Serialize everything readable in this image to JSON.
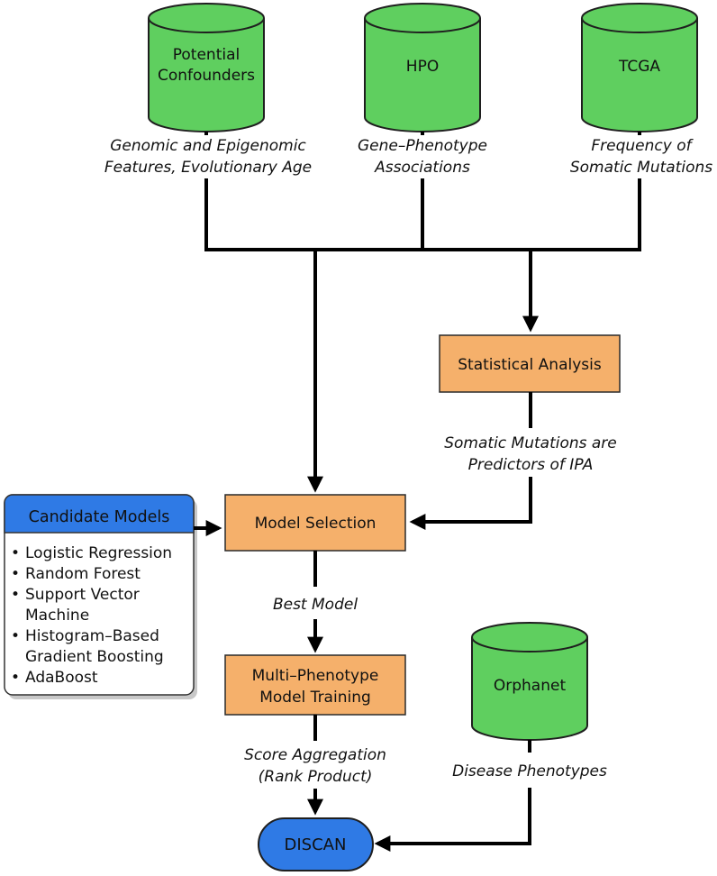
{
  "databases": {
    "confounders": [
      "Potential",
      "Confounders"
    ],
    "hpo": "HPO",
    "tcga": "TCGA",
    "orphanet": "Orphanet"
  },
  "edge_labels": {
    "confounders": [
      "Genomic and Epigenomic",
      "Features, Evolutionary Age"
    ],
    "hpo": [
      "Gene–Phenotype",
      "Associations"
    ],
    "tcga": [
      "Frequency of",
      "Somatic Mutations"
    ],
    "statistical": [
      "Somatic Mutations are",
      "Predictors of IPA"
    ],
    "best_model": "Best Model",
    "score": [
      "Score Aggregation",
      "(Rank Product)"
    ],
    "disease": "Disease Phenotypes"
  },
  "processes": {
    "statistical_analysis": "Statistical Analysis",
    "model_selection": "Model Selection",
    "training": [
      "Multi–Phenotype",
      "Model Training"
    ]
  },
  "candidate_models": {
    "title": "Candidate Models",
    "bullet": "•",
    "items": [
      "Logistic Regression",
      "Random Forest",
      "Support Vector",
      "Machine",
      "Histogram–Based",
      "Gradient Boosting",
      "AdaBoost"
    ]
  },
  "output": "DISCAN",
  "colors": {
    "database": "#5fcf5f",
    "process": "#f5b06b",
    "candidate_header": "#2f7ae5",
    "output": "#2f7ae5"
  }
}
